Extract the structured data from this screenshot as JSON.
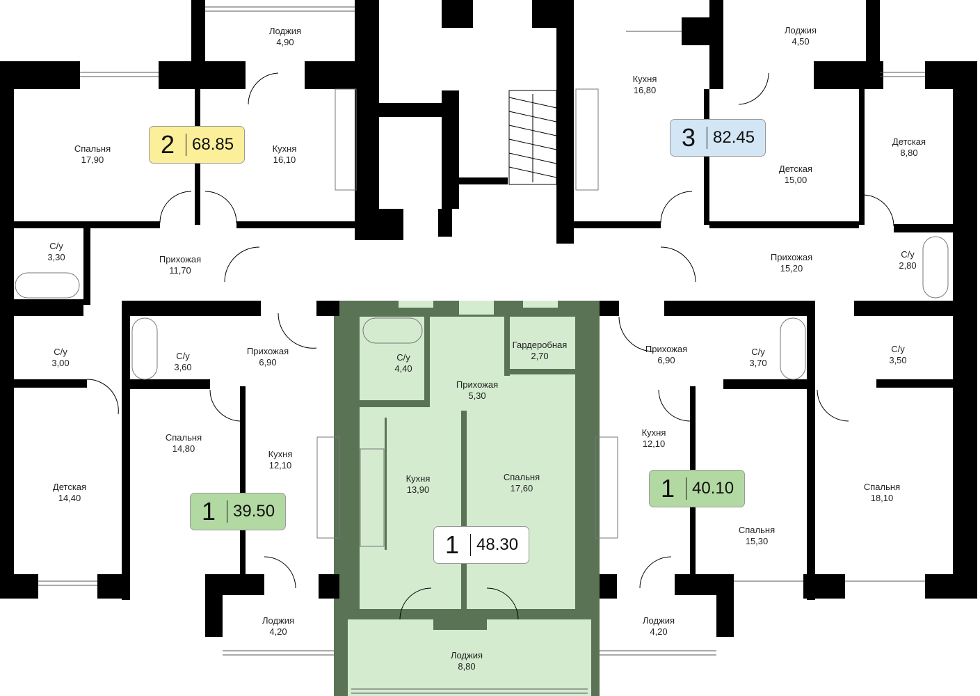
{
  "colors": {
    "wall": "#000000",
    "unit_dark": "#5a7355",
    "unit_light": "#d4ebcf",
    "badge_2room": "#fbef9a",
    "badge_3room": "#d3e6f5",
    "badge_1room": "#b3d9a3",
    "badge_selected": "#ffffff"
  },
  "rooms": [
    {
      "name": "Лоджия",
      "area": "4,90"
    },
    {
      "name": "Спальня",
      "area": "17,90"
    },
    {
      "name": "Кухня",
      "area": "16,10"
    },
    {
      "name": "С/у",
      "area": "3,30"
    },
    {
      "name": "Прихожая",
      "area": "11,70"
    },
    {
      "name": "С/у",
      "area": "3,00"
    },
    {
      "name": "С/у",
      "area": "3,60"
    },
    {
      "name": "Прихожая",
      "area": "6,90"
    },
    {
      "name": "Спальня",
      "area": "14,80"
    },
    {
      "name": "Кухня",
      "area": "12,10"
    },
    {
      "name": "Детская",
      "area": "14,40"
    },
    {
      "name": "Лоджия",
      "area": "4,20"
    },
    {
      "name": "С/у",
      "area": "4,40"
    },
    {
      "name": "Гардеробная",
      "area": "2,70"
    },
    {
      "name": "Прихожая",
      "area": "5,30"
    },
    {
      "name": "Кухня",
      "area": "13,90"
    },
    {
      "name": "Спальня",
      "area": "17,60"
    },
    {
      "name": "Лоджия",
      "area": "8,80"
    },
    {
      "name": "Кухня",
      "area": "16,80"
    },
    {
      "name": "Лоджия",
      "area": "4,50"
    },
    {
      "name": "Детская",
      "area": "8,80"
    },
    {
      "name": "Детская",
      "area": "15,00"
    },
    {
      "name": "Прихожая",
      "area": "15,20"
    },
    {
      "name": "С/у",
      "area": "2,80"
    },
    {
      "name": "Прихожая",
      "area": "6,90"
    },
    {
      "name": "С/у",
      "area": "3,70"
    },
    {
      "name": "С/у",
      "area": "3,50"
    },
    {
      "name": "Кухня",
      "area": "12,10"
    },
    {
      "name": "Спальня",
      "area": "15,30"
    },
    {
      "name": "Спальня",
      "area": "18,10"
    },
    {
      "name": "Лоджия",
      "area": "4,20"
    }
  ],
  "apartments": [
    {
      "rooms": "2",
      "area": "68.85"
    },
    {
      "rooms": "3",
      "area": "82.45"
    },
    {
      "rooms": "1",
      "area": "39.50"
    },
    {
      "rooms": "1",
      "area": "48.30"
    },
    {
      "rooms": "1",
      "area": "40.10"
    }
  ]
}
